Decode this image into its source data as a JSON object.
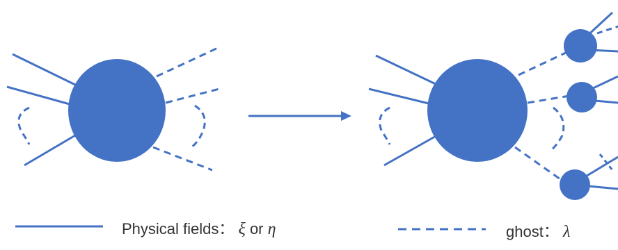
{
  "colors": {
    "line": "#4472C4",
    "blob": "#4472C4",
    "text": "#333333",
    "background": "#ffffff"
  },
  "legend": {
    "solid": {
      "label": "Physical fields：",
      "symbol_a": "ξ",
      "connector": "or",
      "symbol_b": "η"
    },
    "dashed": {
      "label": "ghost：",
      "symbol": "λ"
    }
  }
}
